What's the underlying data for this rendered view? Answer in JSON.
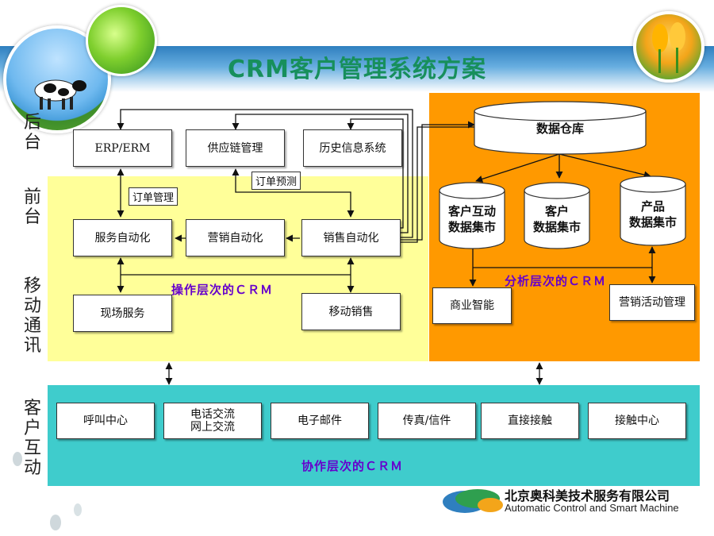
{
  "title": "CRM客户管理系统方案",
  "side_labels": {
    "backend": "后台",
    "frontend": "前台",
    "mobile": "移动通讯",
    "customer": "客户互动"
  },
  "backend_systems": [
    "ERP/ERM",
    "供应链管理",
    "历史信息系统"
  ],
  "front_office": {
    "service_automation": "服务自动化",
    "marketing_automation": "营销自动化",
    "sales_automation": "销售自动化",
    "order_management": "订单管理",
    "order_forecast": "订单预测"
  },
  "mobile": {
    "field_service": "现场服务",
    "mobile_sales": "移动销售"
  },
  "operational_layer": "操作层次的ＣＲＭ",
  "analytics": {
    "data_warehouse": "数据仓库",
    "marts": [
      {
        "line1": "客户互动",
        "line2": "数据集市"
      },
      {
        "line1": "客户",
        "line2": "数据集市"
      },
      {
        "line1": "产品",
        "line2": "数据集市"
      }
    ],
    "layer_label": "分析层次的ＣＲＭ",
    "business_intelligence": "商业智能",
    "campaign_management": "营销活动管理"
  },
  "interaction_channels": [
    {
      "line1": "呼叫中心",
      "line2": ""
    },
    {
      "line1": "电话交流",
      "line2": "网上交流"
    },
    {
      "line1": "电子邮件",
      "line2": ""
    },
    {
      "line1": "传真/信件",
      "line2": ""
    },
    {
      "line1": "直接接触",
      "line2": ""
    },
    {
      "line1": "接触中心",
      "line2": ""
    }
  ],
  "collaborative_layer": "协作层次的ＣＲＭ",
  "company": {
    "name_cn": "北京奥科美技术服务有限公司",
    "name_en": "Automatic Control and Smart Machine"
  },
  "colors": {
    "title": "#178f5c",
    "front_panel": "#ffff99",
    "analytics_panel": "#ff9900",
    "interaction_panel": "#3fcccc",
    "layer_label": "#6600cc"
  }
}
